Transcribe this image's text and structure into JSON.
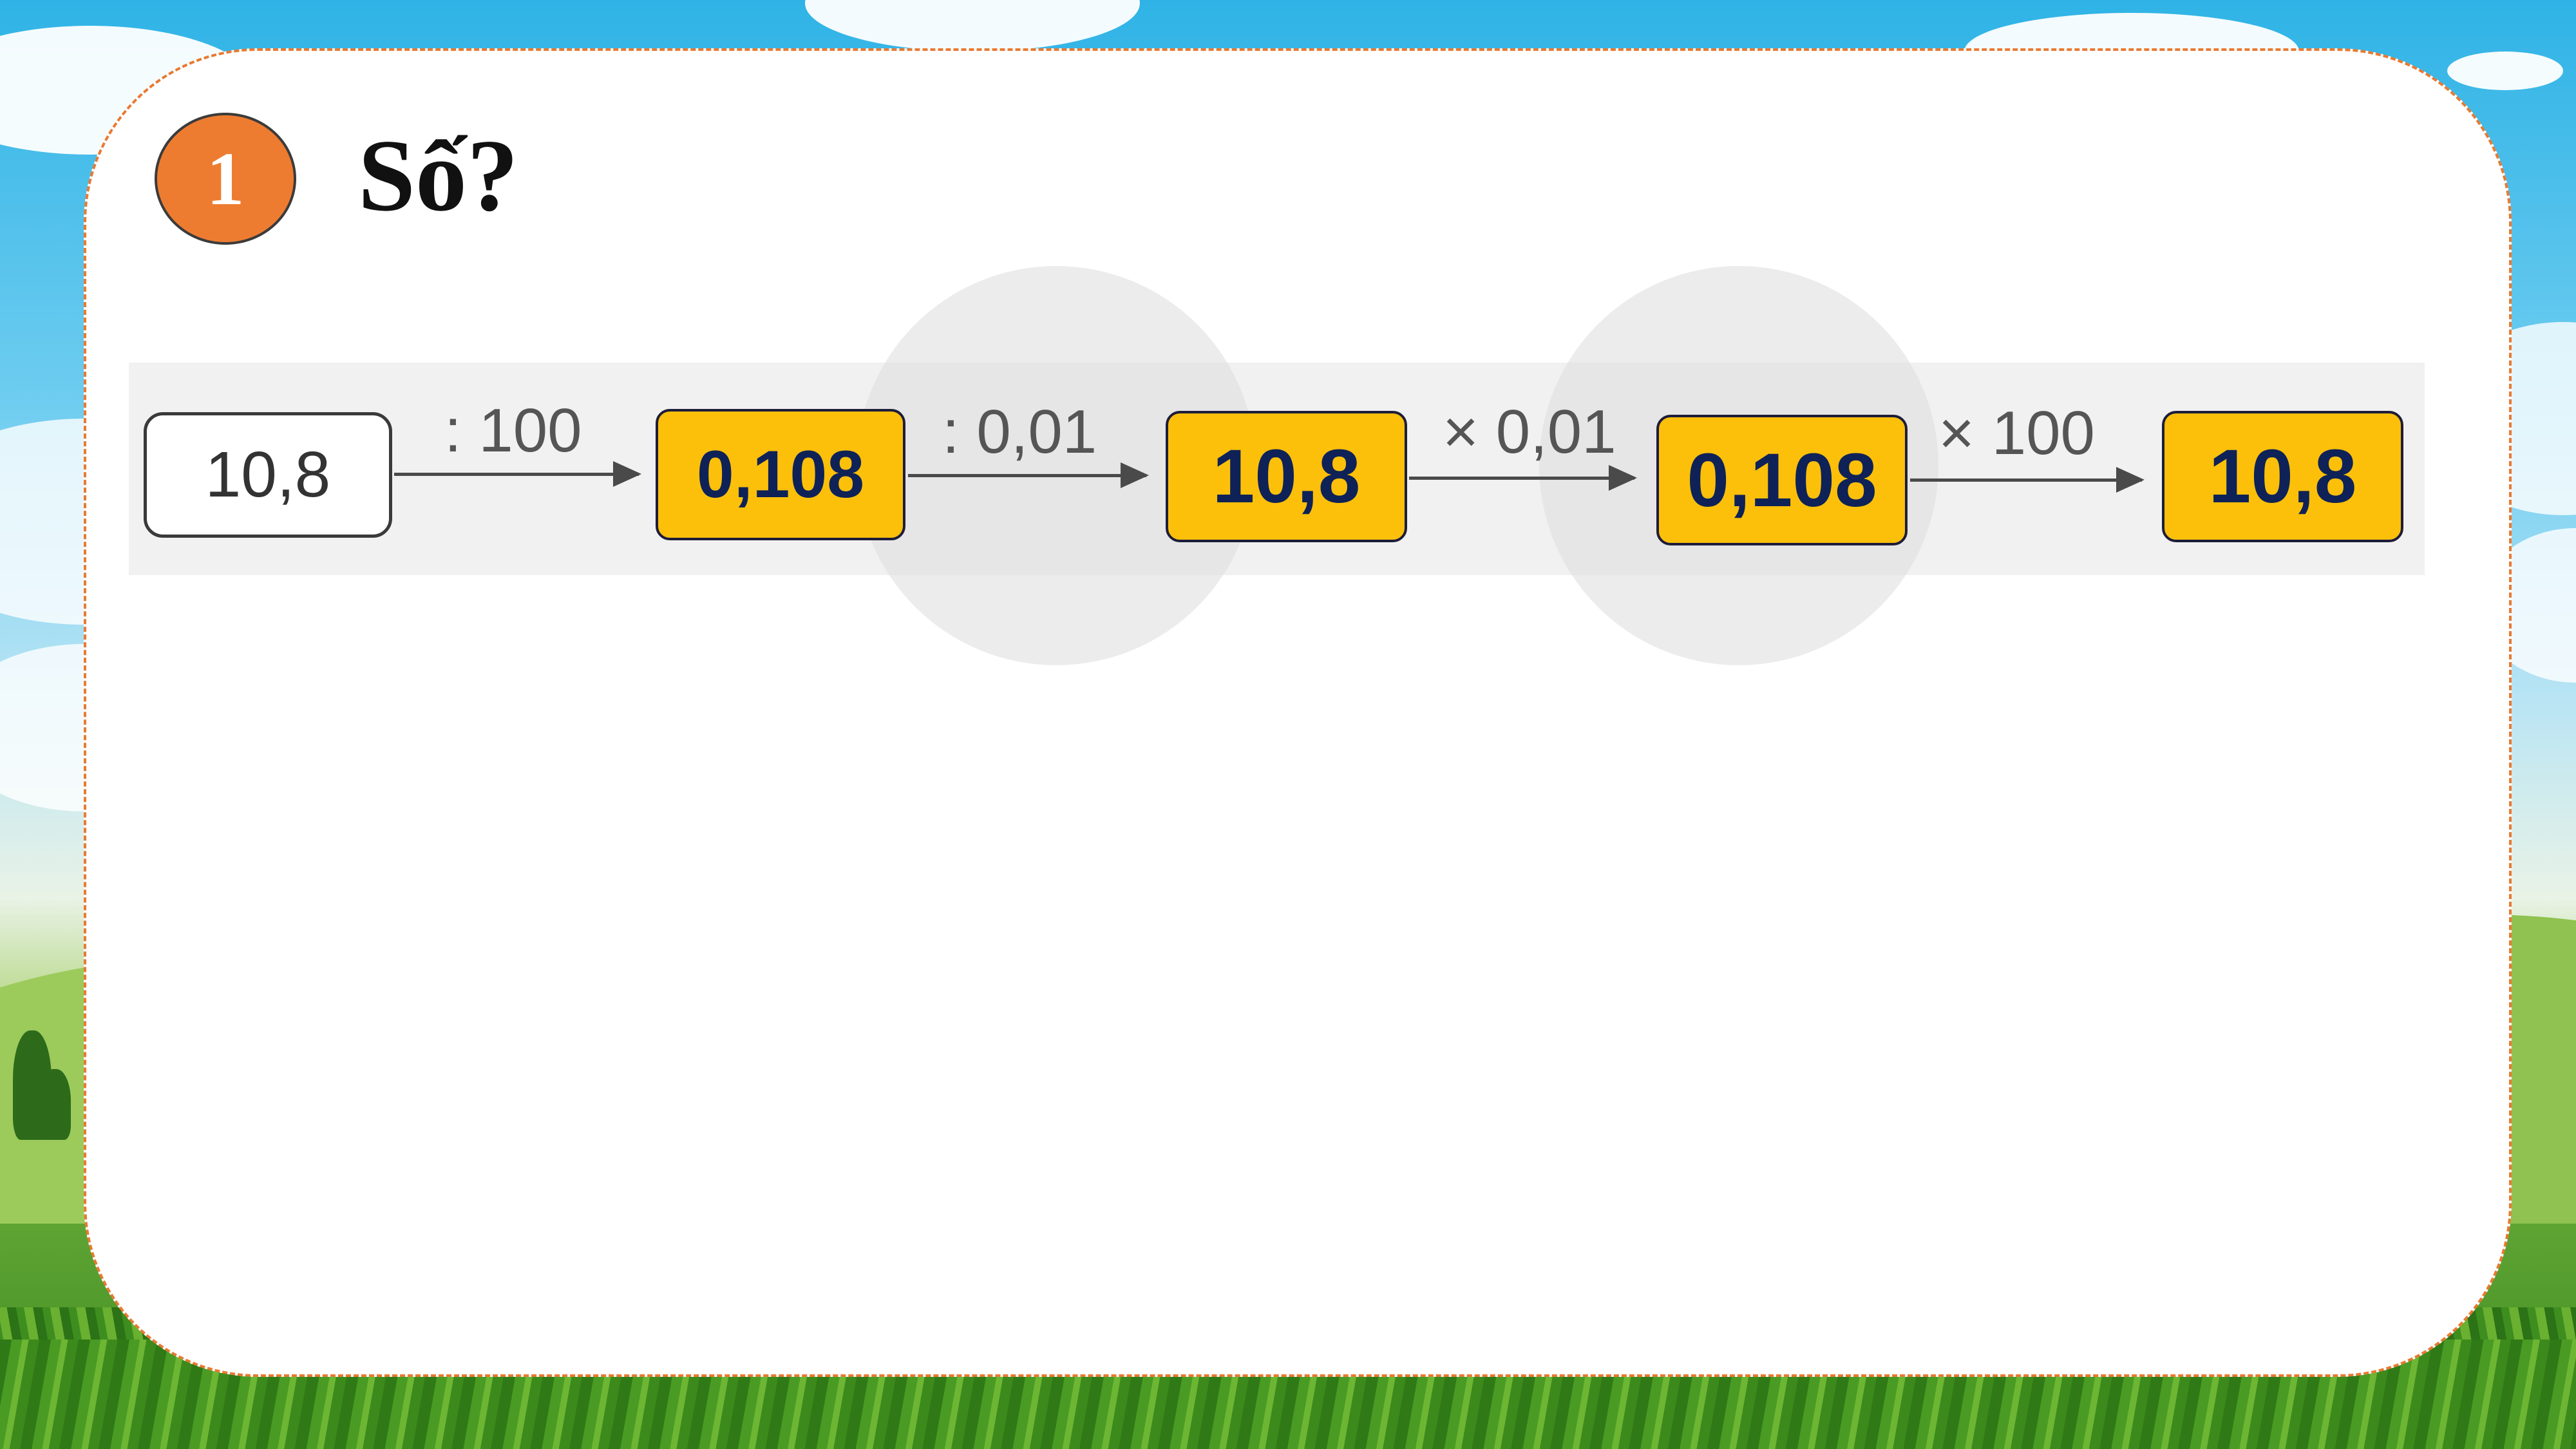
{
  "exercise": {
    "number": "1",
    "title": "Số?"
  },
  "chain": {
    "start_value": "10,8",
    "steps": [
      {
        "operation": ": 100",
        "answer": "0,108"
      },
      {
        "operation": ": 0,01",
        "answer": "10,8"
      },
      {
        "operation": "× 0,01",
        "answer": "0,108"
      },
      {
        "operation": "× 100",
        "answer": "10,8"
      }
    ]
  },
  "colors": {
    "badge": "#ee7c30",
    "card_border": "#e87a32",
    "answer_box": "#fcc00b",
    "answer_text": "#0e2257"
  }
}
